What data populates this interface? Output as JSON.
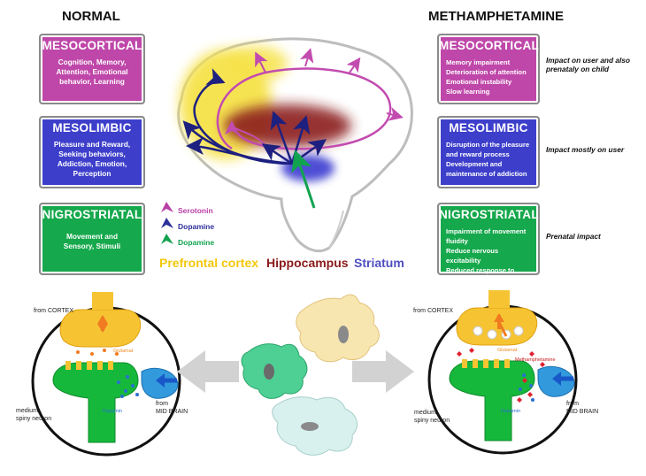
{
  "headers": {
    "left": "NORMAL",
    "right": "METHAMPHETAMINE"
  },
  "left_boxes": [
    {
      "title": "MESOCORTICAL",
      "lines": [
        "Cognition, Memory,",
        "Attention, Emotional",
        "behavior, Learning"
      ],
      "color": "#bf47a9"
    },
    {
      "title": "MESOLIMBIC",
      "lines": [
        "Pleasure and Reward,",
        "Seeking behaviors,",
        "Addiction, Emotion,",
        "Perception"
      ],
      "color": "#3d3fcb"
    },
    {
      "title": "NIGROSTRIATAL",
      "lines": [
        "Movement and",
        "Sensory, Stimuli"
      ],
      "color": "#16a84c"
    }
  ],
  "right_boxes": [
    {
      "title": "MESOCORTICAL",
      "lines": [
        "Memory impairment",
        "Deterioration of attention",
        "Emotional instability",
        "Slow learning"
      ],
      "color": "#bf47a9"
    },
    {
      "title": "MESOLIMBIC",
      "lines": [
        "Disruption of the pleasure",
        "and reward process",
        "Development and",
        "maintenance of addiction"
      ],
      "color": "#3d3fcb"
    },
    {
      "title": "NIGROSTRIATAL",
      "lines": [
        "Impairment of movement",
        "fluidity",
        "Reduce nervous excitability",
        "Reduced response to stimuli"
      ],
      "color": "#16a84c"
    }
  ],
  "impact_notes": [
    [
      "Impact on user and also",
      "prenataly on child"
    ],
    [
      "Impact mostly on user"
    ],
    [
      "Prenatal impact"
    ]
  ],
  "legend": [
    {
      "label": "Serotonin",
      "color": "#b93fa6",
      "icon": "arrowhead-icon"
    },
    {
      "label": "Dopamine",
      "color": "#2d2f9a",
      "icon": "arrowhead-icon"
    },
    {
      "label": "Dopamine",
      "color": "#12a34f",
      "icon": "arrowhead-icon"
    }
  ],
  "regions": [
    {
      "label": "Prefrontal cortex",
      "color": "#f3c70c"
    },
    {
      "label": "Hippocampus",
      "color": "#8b1a1a"
    },
    {
      "label": "Striatum",
      "color": "#4e4ec0"
    }
  ],
  "synapse_left": {
    "from_cortex": "from CORTEX",
    "glutamat": "Glutamat",
    "dopamin": "Dopamin",
    "from_mid_brain": [
      "from",
      "MID BRAIN"
    ],
    "neuron": [
      "medium",
      "spiny neuron"
    ]
  },
  "synapse_right": {
    "from_cortex": "from CORTEX",
    "glutamat": "Glutamat",
    "methamphetamine": "Methamphetamine",
    "dopamin": "Dopamin",
    "from_mid_brain": [
      "from",
      "MID BRAIN"
    ],
    "neuron": [
      "medium",
      "spiny neuron"
    ]
  },
  "colors": {
    "mesocortical": "#bf47a9",
    "mesolimbic": "#3d3fcb",
    "nigrostriatal": "#16a84c",
    "arrow_gray": "#d2d2d2"
  }
}
